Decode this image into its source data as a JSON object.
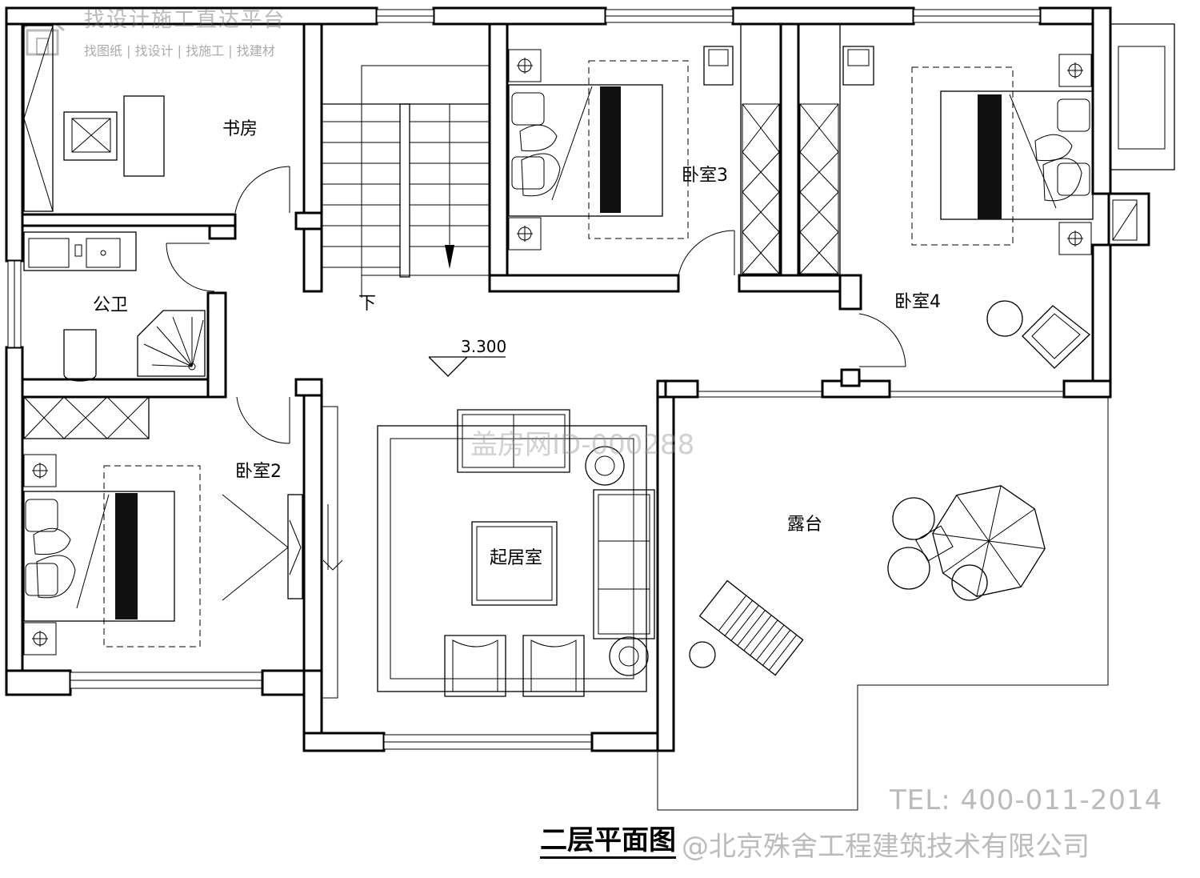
{
  "watermarks": {
    "top_title": "找设计施工直达平台",
    "top_sub": "找图纸 | 找设计 | 找施工 | 找建材",
    "center": "盖房网ID-000288",
    "tel": "TEL: 400-011-2014",
    "company": "@北京殊舍工程建筑技术有限公司"
  },
  "plan": {
    "title": "二层平面图",
    "elevation": "3.300",
    "stair_down": "下"
  },
  "rooms": {
    "study": "书房",
    "bathroom": "公卫",
    "bedroom2": "卧室2",
    "bedroom3": "卧室3",
    "bedroom4": "卧室4",
    "living": "起居室",
    "terrace": "露台"
  },
  "colors": {
    "line": "#000000",
    "watermark": "#bbbbbb"
  }
}
